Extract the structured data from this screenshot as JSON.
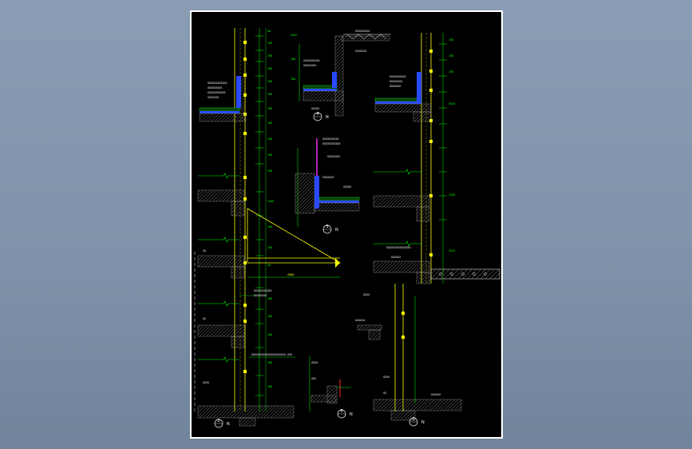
{
  "colors": {
    "background": "#7f93aa",
    "sheet": "#000000",
    "frame": "#ffffff",
    "dim": "#00ff00",
    "wall": "#ffff00",
    "hatch": "#9a9a9a",
    "insulation": "#2a49ff",
    "accent": "#ff33ff",
    "text": "#ffffff",
    "marker": "#ff2a2a"
  },
  "details": [
    {
      "id": "detail-1",
      "number": "1",
      "suffix": "N"
    },
    {
      "id": "detail-2",
      "number": "2",
      "suffix": "N"
    },
    {
      "id": "detail-3",
      "number": "3",
      "suffix": "N"
    },
    {
      "id": "detail-4",
      "number": "4",
      "suffix": "N"
    },
    {
      "id": "detail-5",
      "number": "5",
      "suffix": "N"
    }
  ]
}
